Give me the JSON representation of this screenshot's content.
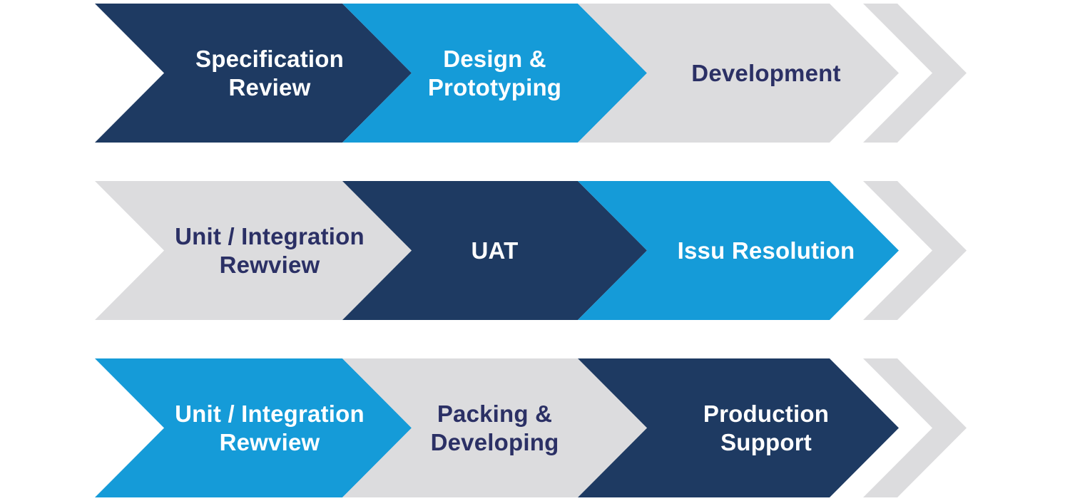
{
  "diagram": {
    "title": "software-delivery-process-flow",
    "background": "#ffffff",
    "colors": {
      "navy": "#1e3a62",
      "azure": "#159bd8",
      "gray": "#dcdcde",
      "text_on_light": "#2b3065",
      "text_on_dark": "#ffffff"
    },
    "rows": [
      {
        "segments": [
          {
            "label": "Specification\nReview",
            "fill": "navy",
            "text": "light"
          },
          {
            "label": "Design &\nPrototyping",
            "fill": "azure",
            "text": "light"
          },
          {
            "label": "Development",
            "fill": "gray",
            "text": "dark"
          }
        ]
      },
      {
        "segments": [
          {
            "label": "Unit / Integration\nRewview",
            "fill": "gray",
            "text": "dark"
          },
          {
            "label": "UAT",
            "fill": "navy",
            "text": "light"
          },
          {
            "label": "Issu Resolution",
            "fill": "azure",
            "text": "light"
          }
        ]
      },
      {
        "segments": [
          {
            "label": "Unit / Integration\nRewview",
            "fill": "azure",
            "text": "light"
          },
          {
            "label": "Packing &\nDeveloping",
            "fill": "gray",
            "text": "dark"
          },
          {
            "label": "Production\nSupport",
            "fill": "navy",
            "text": "light"
          }
        ]
      }
    ]
  }
}
